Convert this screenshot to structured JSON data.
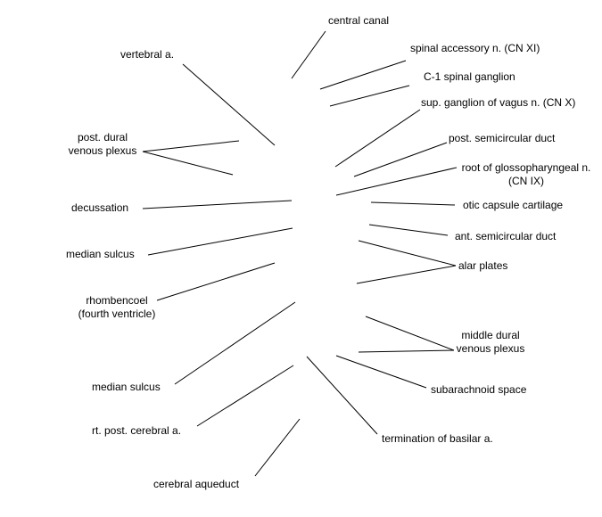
{
  "labels": {
    "central_canal": "central canal",
    "spinal_accessory": "spinal accessory n. (CN XI)",
    "vertebral_a": "vertebral a.",
    "c1_ganglion": "C-1 spinal ganglion",
    "sup_ganglion_vagus": "sup. ganglion of vagus n. (CN X)",
    "post_dural_1": "post. dural",
    "post_dural_2": "venous plexus",
    "post_semicircular": "post. semicircular duct",
    "root_glosso_1": "root of glossopharyngeal n.",
    "root_glosso_2": "(CN IX)",
    "decussation": "decussation",
    "otic_capsule": "otic capsule cartilage",
    "median_sulcus_upper": "median sulcus",
    "ant_semicircular": "ant. semicircular duct",
    "alar_plates": "alar plates",
    "rhombencoel_1": "rhombencoel",
    "rhombencoel_2": "(fourth ventricle)",
    "middle_dural_1": "middle dural",
    "middle_dural_2": "venous plexus",
    "median_sulcus_lower": "median sulcus",
    "subarachnoid": "subarachnoid space",
    "rt_post_cerebral": "rt. post. cerebral a.",
    "termination_basilar": "termination of basilar a.",
    "cerebral_aqueduct": "cerebral aqueduct"
  },
  "line_color": "#000000"
}
